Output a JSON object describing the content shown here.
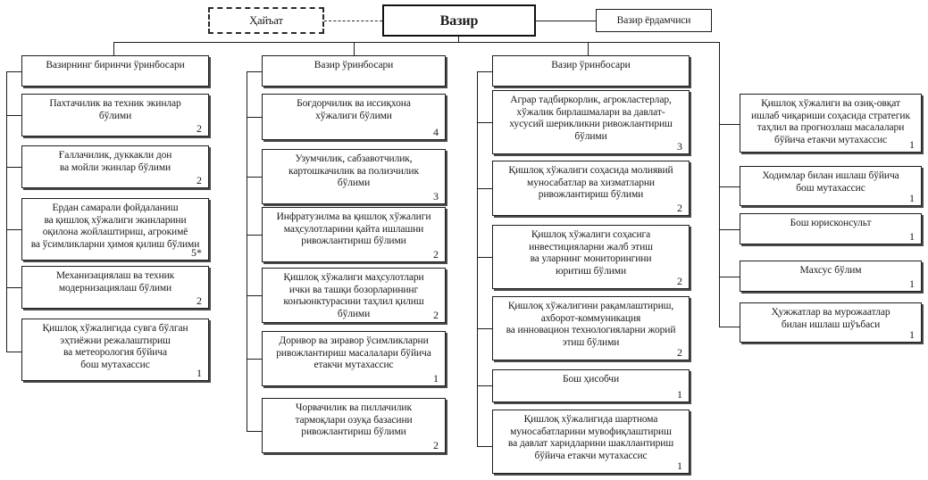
{
  "document": {
    "title": "Qishloq xo'jaligi vazirligi tuzilmasi",
    "language": "uz-Cyrl"
  },
  "colors": {
    "line": "#1d1d1d",
    "box_border": "#1d1d1d",
    "box_shadow": "#4a4a4a",
    "background": "#ffffff",
    "text": "#1a1a1a"
  },
  "top": {
    "board": {
      "label": "Ҳайъат",
      "style": "dashed"
    },
    "root": {
      "label": "Вазир"
    },
    "assistant": {
      "label": "Вазир ёрдамчиси"
    }
  },
  "columns": [
    {
      "id": "column-1",
      "head": {
        "label": "Вазирнинг биринчи ўринбосари",
        "count": ""
      },
      "items": [
        {
          "label": "Пахтачилик ва техник экинлар\nбўлими",
          "count": "2"
        },
        {
          "label": "Ғаллачилик, дуккакли дон\nва мойли экинлар бўлими",
          "count": "2"
        },
        {
          "label": "Ердан самарали фойдаланиш\nва қишлоқ хўжалиги экинларини\nоқилона жойлаштириш, агрокимё\nва ўсимликларни ҳимоя қилиш бўлими",
          "count": "5*"
        },
        {
          "label": "Механизациялаш ва техник\nмодернизациялаш бўлими",
          "count": "2"
        },
        {
          "label": "Қишлоқ хўжалигида сувга бўлган\nэҳтиёжни режалаштириш\nва метеорология бўйича\nбош мутахассис",
          "count": "1"
        }
      ]
    },
    {
      "id": "column-2",
      "head": {
        "label": "Вазир ўринбосари",
        "count": ""
      },
      "items": [
        {
          "label": "Боғдорчилик ва иссиқхона\nхўжалиги бўлими",
          "count": "4"
        },
        {
          "label": "Узумчилик, сабзавотчилик,\nкартошкачилик ва полизчилик\nбўлими",
          "count": "3"
        },
        {
          "label": "Инфратузилма ва қишлоқ хўжалиги\nмаҳсулотларини қайта ишлашни\nривожлантириш бўлими",
          "count": "2"
        },
        {
          "label": "Қишлоқ хўжалиги маҳсулотлари\nички ва ташқи бозорларининг\nконъюнктурасини таҳлил қилиш\nбўлими",
          "count": "2"
        },
        {
          "label": "Доривор ва зиравор ўсимликларни\nривожлантириш масалалари бўйича\nетакчи мутахассис",
          "count": "1"
        },
        {
          "label": "Чорвачилик ва пиллачилик\nтармоқлари озуқа базасини\nривожлантириш бўлими",
          "count": "2"
        }
      ]
    },
    {
      "id": "column-3",
      "head": {
        "label": "Вазир ўринбосари",
        "count": ""
      },
      "items": [
        {
          "label": "Аграр тадбиркорлик, агрокластерлар,\nхўжалик бирлашмалари ва давлат-\nхусусий шерикликни ривожлантириш\nбўлими",
          "count": "3"
        },
        {
          "label": "Қишлоқ хўжалиги соҳасида молиявий\nмуносабатлар ва хизматларни\nривожлантириш бўлими",
          "count": "2"
        },
        {
          "label": "Қишлоқ хўжалиги соҳасига\nинвестицияларни жалб этиш\nва уларнинг мониторингини\nюритиш бўлими",
          "count": "2"
        },
        {
          "label": "Қишлоқ хўжалигини рақамлаштириш,\nахборот-коммуникация\nва инновацион технологияларни жорий\nэтиш бўлими",
          "count": "2"
        },
        {
          "label": "Бош ҳисобчи",
          "count": "1"
        },
        {
          "label": "Қишлоқ хўжалигида шартнома\nмуносабатларини мувофиқлаштириш\nва давлат харидларини шакллантириш\nбўйича етакчи мутахассис",
          "count": "1"
        }
      ]
    },
    {
      "id": "column-4",
      "head": null,
      "items": [
        {
          "label": "Қишлоқ хўжалиги ва озиқ-овқат\nишлаб чиқариши соҳасида стратегик\nтаҳлил ва прогнозлаш масалалари\nбўйича етакчи мутахассис",
          "count": "1"
        },
        {
          "label": "Ходимлар билан ишлаш бўйича\nбош мутахассис",
          "count": "1"
        },
        {
          "label": "Бош юрисконсульт",
          "count": "1"
        },
        {
          "label": "Махсус бўлим",
          "count": "1"
        },
        {
          "label": "Ҳужжатлар ва мурожаатлар\nбилан ишлаш шўъбаси",
          "count": "1"
        }
      ]
    }
  ]
}
